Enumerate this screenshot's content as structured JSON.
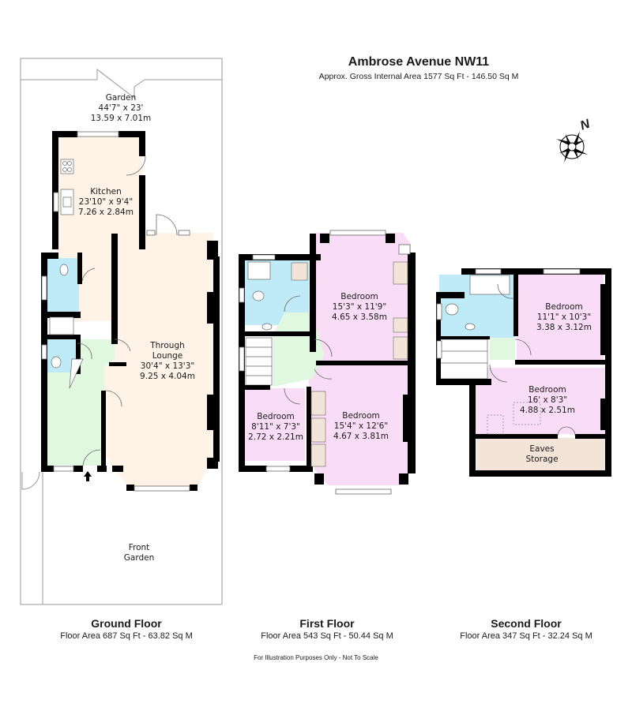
{
  "header": {
    "title": "Ambrose Avenue NW11",
    "subtitle": "Approx. Gross Internal Area 1577 Sq Ft - 146.50 Sq M"
  },
  "compass": {
    "icon": "compass-rose-icon",
    "north_label": "N"
  },
  "colors": {
    "wall": "#000000",
    "living": "#fef3e6",
    "bedroom": "#f9dcf5",
    "bathroom": "#bfeaf8",
    "hall": "#dff8df",
    "storage": "#f3e4d8",
    "outline": "#9a9a9a"
  },
  "ground_floor": {
    "rooms": [
      {
        "name": "Garden",
        "imperial": "44'7\" x 23'",
        "metric": "13.59 x 7.01m"
      },
      {
        "name": "Kitchen",
        "imperial": "23'10\" x 9'4\"",
        "metric": "7.26 x 2.84m"
      },
      {
        "name": "Through Lounge",
        "imperial": "30'4\" x 13'3\"",
        "metric": "9.25 x 4.04m"
      },
      {
        "name": "Front Garden"
      }
    ],
    "label": "Ground Floor",
    "area": "Floor Area 687 Sq Ft - 63.82 Sq M"
  },
  "first_floor": {
    "rooms": [
      {
        "name": "Bedroom",
        "imperial": "15'3\" x 11'9\"",
        "metric": "4.65 x 3.58m"
      },
      {
        "name": "Bedroom",
        "imperial": "8'11\" x 7'3\"",
        "metric": "2.72 x 2.21m"
      },
      {
        "name": "Bedroom",
        "imperial": "15'4\" x 12'6\"",
        "metric": "4.67 x 3.81m"
      }
    ],
    "label": "First Floor",
    "area": "Floor Area 543 Sq Ft - 50.44 Sq M"
  },
  "second_floor": {
    "rooms": [
      {
        "name": "Bedroom",
        "imperial": "11'1\" x 10'3\"",
        "metric": "3.38 x 3.12m"
      },
      {
        "name": "Bedroom",
        "imperial": "16' x 8'3\"",
        "metric": "4.88 x 2.51m"
      },
      {
        "name": "Eaves Storage"
      }
    ],
    "label": "Second Floor",
    "area": "Floor Area 347 Sq Ft - 32.24 Sq M"
  },
  "footer": {
    "disclaimer": "For Illustration Purposes Only - Not To Scale"
  }
}
